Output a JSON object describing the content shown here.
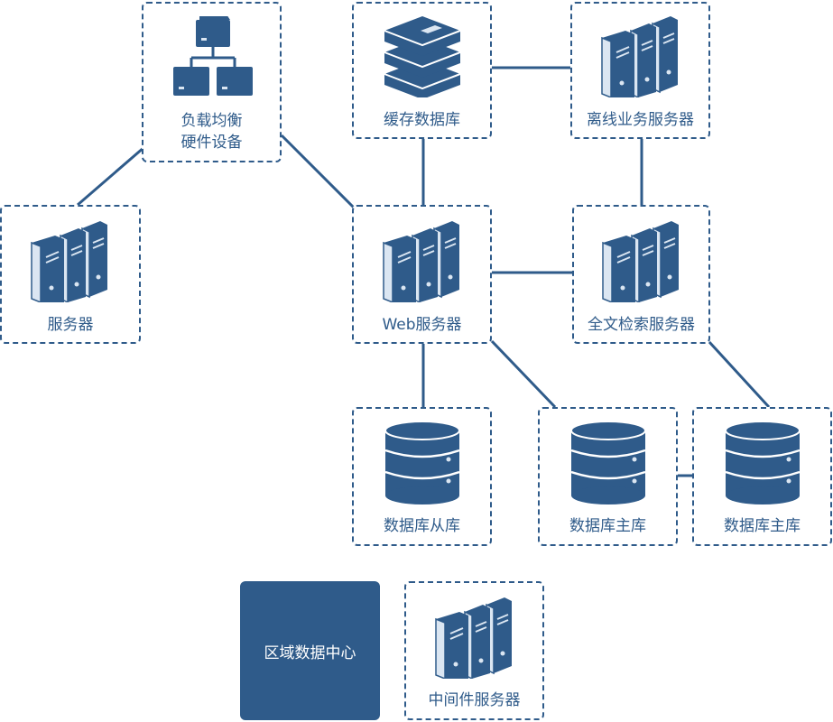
{
  "nodes": {
    "load_balancer": {
      "label_line1": "负载均衡",
      "label_line2": "硬件设备",
      "icon": "hierarchy-icon"
    },
    "cache_db": {
      "label": "缓存数据库",
      "icon": "stack-icon"
    },
    "offline_server": {
      "label": "离线业务服务器",
      "icon": "server-rack-icon"
    },
    "server": {
      "label": "服务器",
      "icon": "server-rack-icon"
    },
    "web_server": {
      "label": "Web服务器",
      "icon": "server-rack-icon"
    },
    "search_server": {
      "label": "全文检索服务器",
      "icon": "server-rack-icon"
    },
    "db_slave": {
      "label": "数据库从库",
      "icon": "database-icon"
    },
    "db_master_1": {
      "label": "数据库主库",
      "icon": "database-icon"
    },
    "db_master_2": {
      "label": "数据库主库",
      "icon": "database-icon"
    },
    "middleware_server": {
      "label": "中间件服务器",
      "icon": "server-rack-icon"
    }
  },
  "legend": {
    "region_label": "区域数据中心"
  },
  "colors": {
    "primary": "#2f5b8a",
    "icon_light": "#dbe6f2",
    "background": "#ffffff"
  }
}
